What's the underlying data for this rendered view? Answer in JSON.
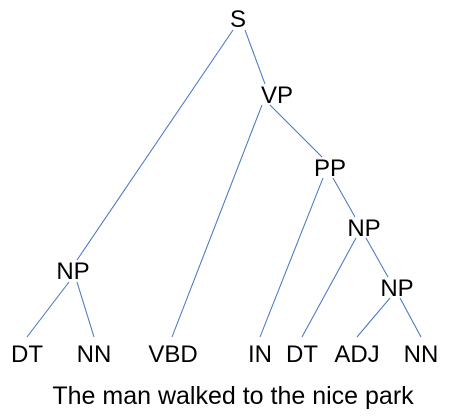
{
  "colors": {
    "edge": "#4472C4",
    "text": "#000000",
    "background": "#ffffff"
  },
  "tree": {
    "nodes": {
      "s": "S",
      "vp": "VP",
      "pp": "PP",
      "np_pp": "NP",
      "np_inner": "NP",
      "np_subject": "NP",
      "dt_the": "DT",
      "nn_man": "NN",
      "vbd_walked": "VBD",
      "in_to": "IN",
      "dt_the2": "DT",
      "adj_nice": "ADJ",
      "nn_park": "NN"
    },
    "edges": [
      [
        "s",
        "np_subject"
      ],
      [
        "s",
        "vp"
      ],
      [
        "vp",
        "vbd_walked"
      ],
      [
        "vp",
        "pp"
      ],
      [
        "pp",
        "in_to"
      ],
      [
        "pp",
        "np_pp"
      ],
      [
        "np_pp",
        "dt_the2"
      ],
      [
        "np_pp",
        "np_inner"
      ],
      [
        "np_inner",
        "adj_nice"
      ],
      [
        "np_inner",
        "nn_park"
      ],
      [
        "np_subject",
        "dt_the"
      ],
      [
        "np_subject",
        "nn_man"
      ]
    ]
  },
  "sentence": "The man walked to the nice park"
}
